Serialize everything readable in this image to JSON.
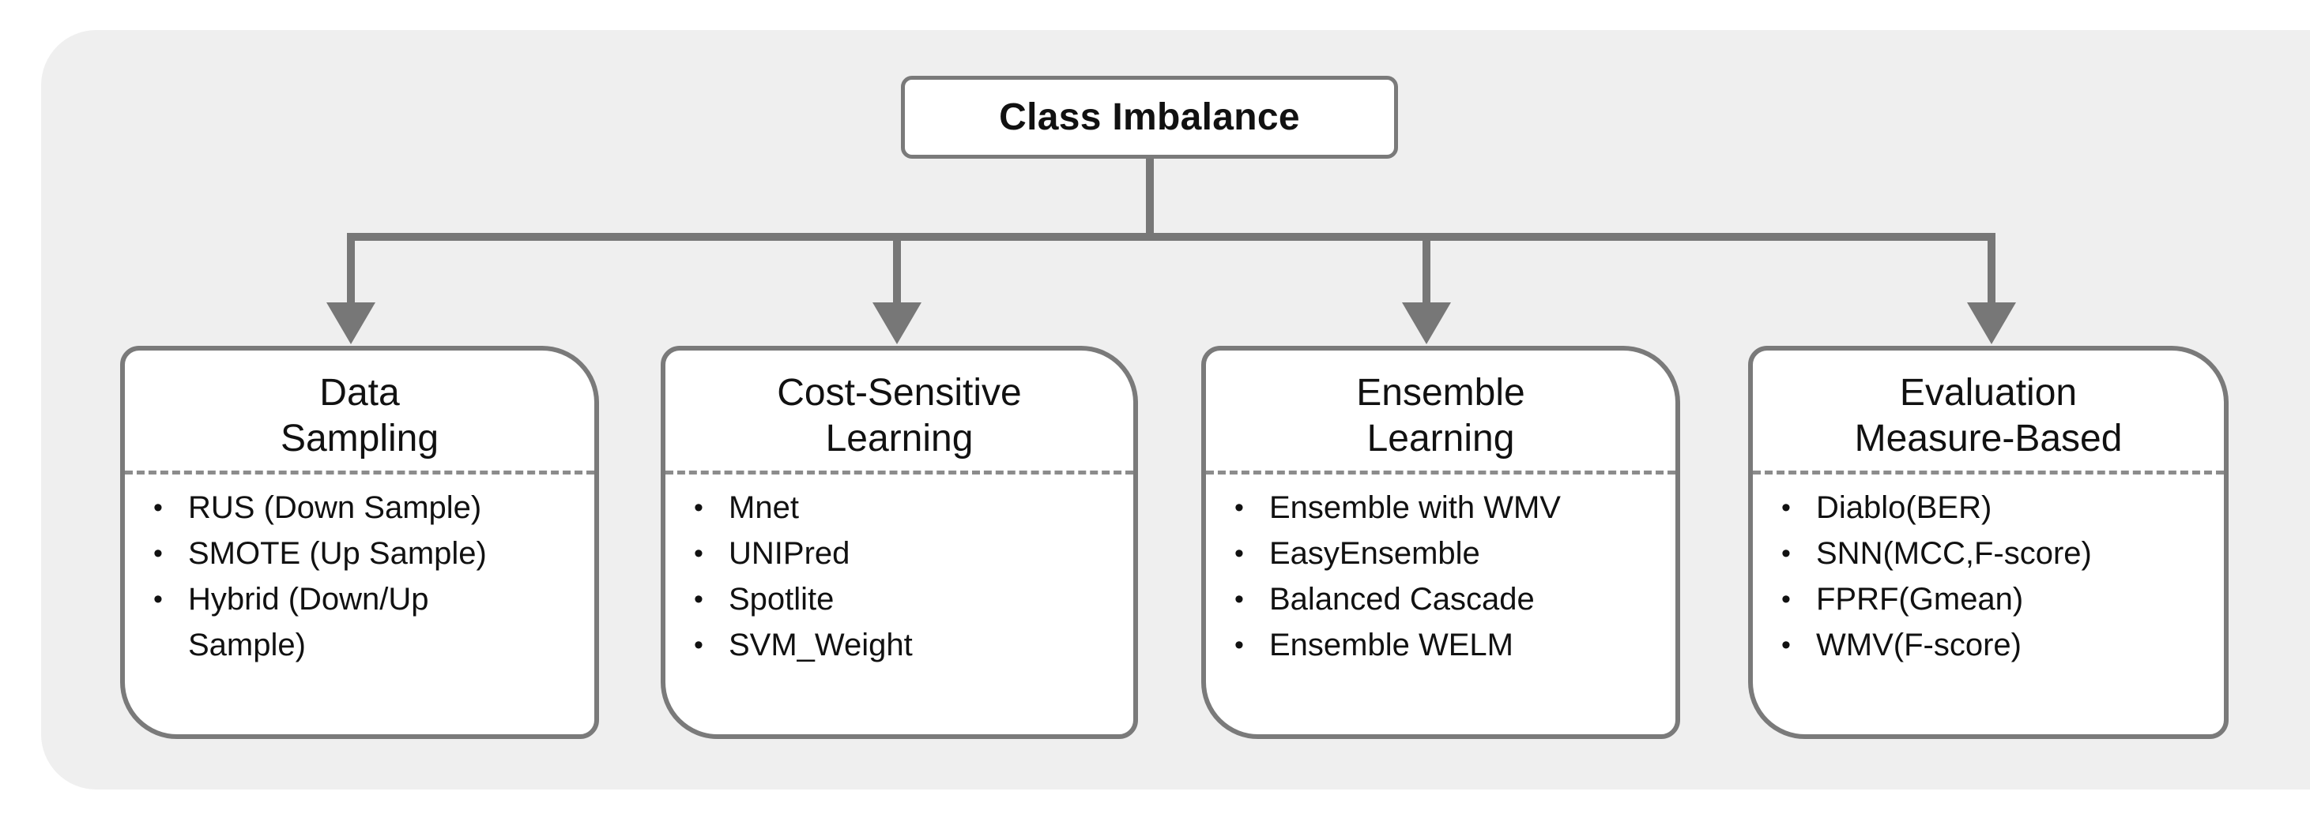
{
  "root": {
    "title": "Class Imbalance"
  },
  "categories": [
    {
      "title_lines": [
        "Data",
        "Sampling"
      ],
      "items": [
        "RUS (Down Sample)",
        "SMOTE (Up Sample)",
        "Hybrid (Down/Up",
        "Sample)"
      ]
    },
    {
      "title_lines": [
        "Cost-Sensitive",
        "Learning"
      ],
      "items": [
        "Mnet",
        "UNIPred",
        "Spotlite",
        "SVM_Weight"
      ]
    },
    {
      "title_lines": [
        "Ensemble",
        "Learning"
      ],
      "items": [
        "Ensemble with WMV",
        "EasyEnsemble",
        "Balanced Cascade",
        "Ensemble WELM"
      ]
    },
    {
      "title_lines": [
        "Evaluation",
        "Measure-Based"
      ],
      "items": [
        "Diablo(BER)",
        "SNN(MCC,F-score)",
        "FPRF(Gmean)",
        "WMV(F-score)"
      ]
    }
  ],
  "bullet_symbol": "•",
  "colors": {
    "panel_background": "#efefef",
    "border": "#7a7a7a",
    "connector": "#777777",
    "text": "#111111"
  }
}
